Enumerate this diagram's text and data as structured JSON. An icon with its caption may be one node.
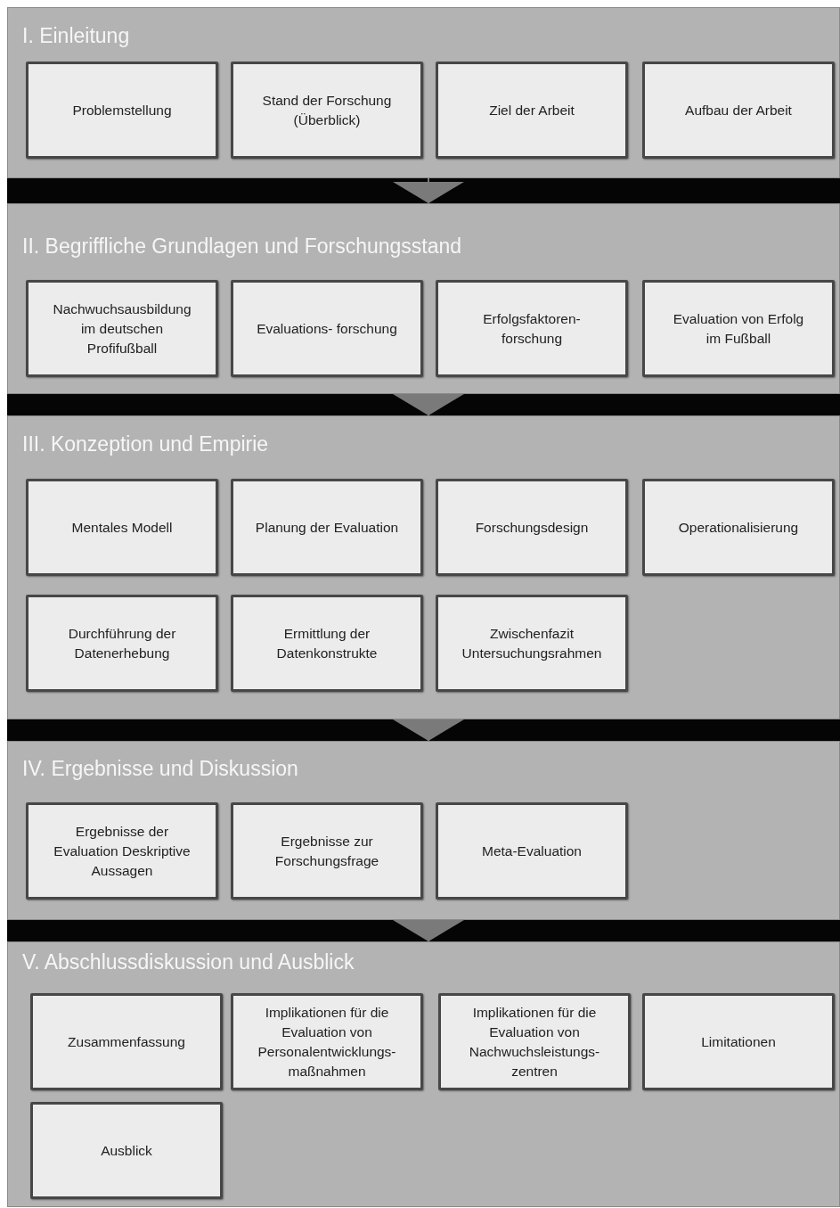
{
  "diagram": {
    "nodes": [
      {
        "text": [
          "I. Einleitung"
        ]
      },
      {
        "text": [
          "Problemstellung"
        ],
        "in": 0
      },
      {
        "text": [
          "Stand der Forschung (Überblick)"
        ],
        "in": 0
      },
      {
        "text": [
          "Ziel der Arbeit"
        ],
        "in": 0
      },
      {
        "text": [
          "Aufbau der Arbeit"
        ],
        "in": 0
      },
      {
        "text": [
          "II. Begriffliche Grundlagen und Forschungsstand"
        ]
      },
      {
        "text": [
          "Nachwuchsausbildung im deutschen Profifußball"
        ],
        "in": 5
      },
      {
        "text": [
          "Evaluations- forschung"
        ],
        "in": 5
      },
      {
        "text": [
          "Erfolgsfaktoren- forschung"
        ],
        "in": 5
      },
      {
        "text": [
          "Evaluation von Erfolg im Fußball"
        ],
        "in": 5
      },
      {
        "text": [
          "III. Konzeption und Empirie"
        ]
      },
      {
        "text": [
          "Mentales Modell"
        ],
        "in": 10
      },
      {
        "text": [
          "Planung der Evaluation"
        ],
        "in": 10
      },
      {
        "text": [
          "Forschungsdesign"
        ],
        "in": 10
      },
      {
        "text": [
          "Operationalisierung"
        ],
        "in": 10
      },
      {
        "text": [
          "Durchführung der Datenerhebung"
        ],
        "in": 10
      },
      {
        "text": [
          "Ermittlung der Datenkonstrukte"
        ],
        "in": 10
      },
      {
        "text": [
          "Zwischenfazit Untersuchungsrahmen"
        ],
        "in": 10
      },
      {
        "text": [
          "IV. Ergebnisse und Diskussion"
        ]
      },
      {
        "text": [
          "Ergebnisse der Evaluation Deskriptive Aussagen"
        ],
        "in": 18
      },
      {
        "text": [
          "Ergebnisse zur Forschungsfrage"
        ],
        "in": 18
      },
      {
        "text": [
          "Meta-Evaluation"
        ],
        "in": 18
      },
      {
        "text": [
          "V. Abschlussdiskussion und Ausblick"
        ]
      },
      {
        "text": [
          "Zusammenfassung"
        ],
        "in": 22
      },
      {
        "text": [
          "Implikationen für die Evaluation von Personalentwicklungs- maßnahmen"
        ],
        "in": 22
      },
      {
        "text": [
          "Implikationen für die Evaluation von Nachwuchsleistungs- zentren"
        ],
        "in": 22
      },
      {
        "text": [
          "Limitationen"
        ],
        "in": 22
      },
      {
        "text": [
          "Ausblick"
        ],
        "in": 22
      }
    ],
    "edges": [
      {
        "from": 0,
        "to": 5,
        "arrow": "to"
      },
      {
        "from": 5,
        "to": 10,
        "arrow": "to"
      },
      {
        "from": 10,
        "to": 18,
        "arrow": "to"
      },
      {
        "from": 18,
        "to": 22,
        "arrow": "to"
      }
    ]
  }
}
